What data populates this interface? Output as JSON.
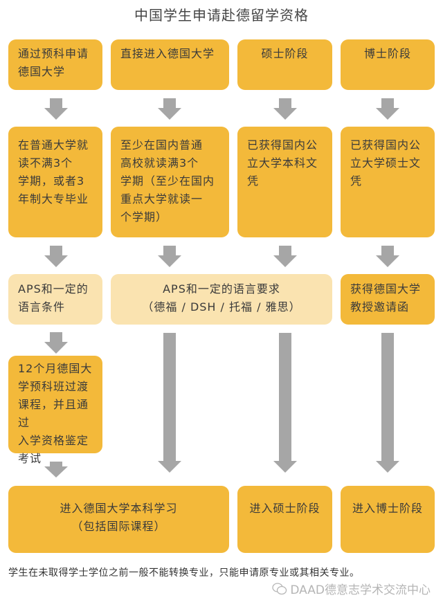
{
  "title": "中国学生申请赴德留学资格",
  "columns": [
    {
      "header": "通过预科申请\n德国大学",
      "requirement": "在普通大学就\n读不满3个\n学期，或者3\n年制大专毕业",
      "language": "APS和一定的\n语言条件",
      "extra": "12个月德国大\n学预科班过渡\n课程，并且通过\n入学资格鉴定\n考试"
    },
    {
      "header": "直接进入德国大学",
      "requirement": "至少在国内普通\n高校就读满3个\n学期（至少在国内\n重点大学就读一\n个学期）"
    },
    {
      "header": "硕士阶段",
      "requirement": "已获得国内公\n立大学本科文\n凭"
    },
    {
      "header": "博士阶段",
      "requirement": "已获得国内公\n立大学硕士文\n凭",
      "language": "获得德国大学\n教授邀请函"
    }
  ],
  "shared_language": {
    "line1": "APS和一定的语言要求",
    "line2": "（德福 / DSH / 托福 / 雅思）"
  },
  "outcomes": {
    "bachelor": {
      "line1": "进入德国大学本科学习",
      "line2": "（包括国际课程）"
    },
    "master": "进入硕士阶段",
    "doctor": "进入博士阶段"
  },
  "footnote": "学生在未取得学士学位之前一般不能转换专业，只能申请原专业或其相关专业。",
  "watermark": "DAAD德意志学术交流中心",
  "colors": {
    "box_yellow": "#f3b93a",
    "box_light": "#fae3b0",
    "arrow": "#a6a6a6"
  }
}
